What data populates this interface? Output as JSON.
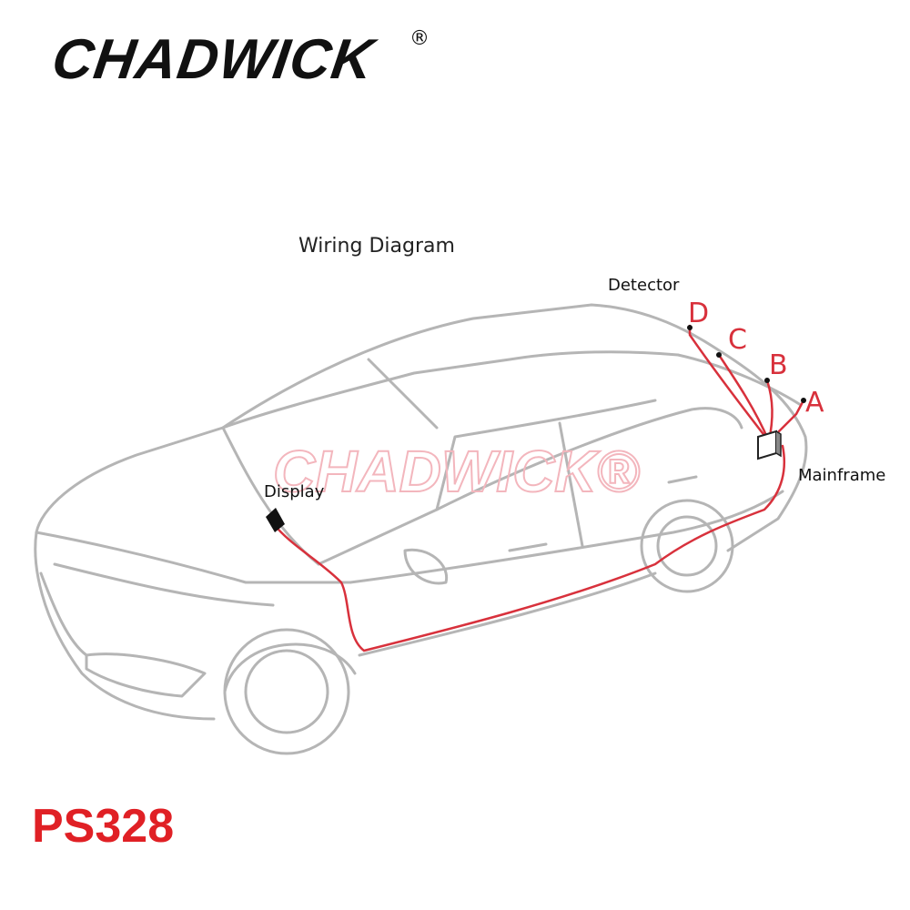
{
  "brand": {
    "name": "CHADWICK",
    "registered": "®"
  },
  "diagram": {
    "title": "Wiring Diagram",
    "labels": {
      "detector": "Detector",
      "display": "Display",
      "mainframe": "Mainframe"
    },
    "sensors": [
      "D",
      "C",
      "B",
      "A"
    ]
  },
  "watermark": "CHADWICK®",
  "product": {
    "model": "PS328"
  },
  "colors": {
    "wire": "#d8313c",
    "model_text": "#e02025",
    "car_outline": "#b5b5b5"
  }
}
